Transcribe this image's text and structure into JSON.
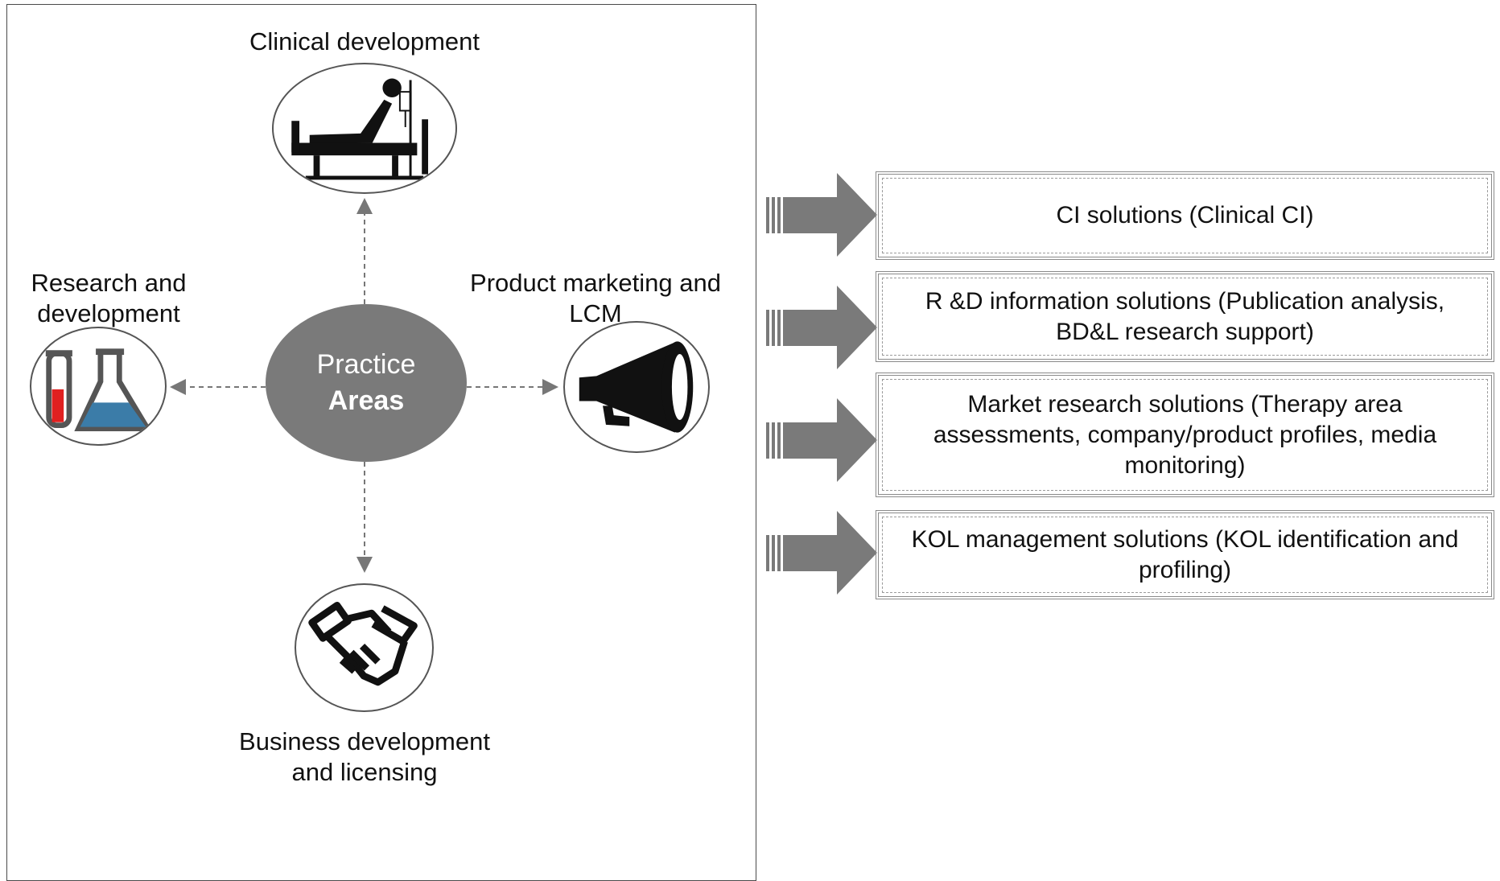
{
  "hub": {
    "line1": "Practice",
    "line2": "Areas"
  },
  "areas": {
    "clinical": {
      "label": "Clinical development",
      "icon": "hospital-bed-icon"
    },
    "research": {
      "label_line1": "Research and",
      "label_line2": "development",
      "icon": "flask-icon"
    },
    "marketing": {
      "label_line1": "Product marketing and",
      "label_line2": "LCM",
      "icon": "megaphone-icon"
    },
    "business": {
      "label_line1": "Business development",
      "label_line2": "and licensing",
      "icon": "handshake-icon"
    }
  },
  "solutions": [
    {
      "lines": [
        "CI solutions (Clinical CI)"
      ]
    },
    {
      "lines": [
        "R &D information solutions (Publication analysis,",
        "BD&L research support)"
      ]
    },
    {
      "lines": [
        "Market research solutions (Therapy area",
        "assessments, company/product profiles, media",
        "monitoring)"
      ]
    },
    {
      "lines": [
        "KOL management solutions (KOL identification and",
        "profiling)"
      ]
    }
  ],
  "colors": {
    "hub": "#7a7a7a",
    "arrow": "#7a7a7a",
    "flask_liquid": "#3b7ca8",
    "tube_liquid": "#e02020"
  }
}
